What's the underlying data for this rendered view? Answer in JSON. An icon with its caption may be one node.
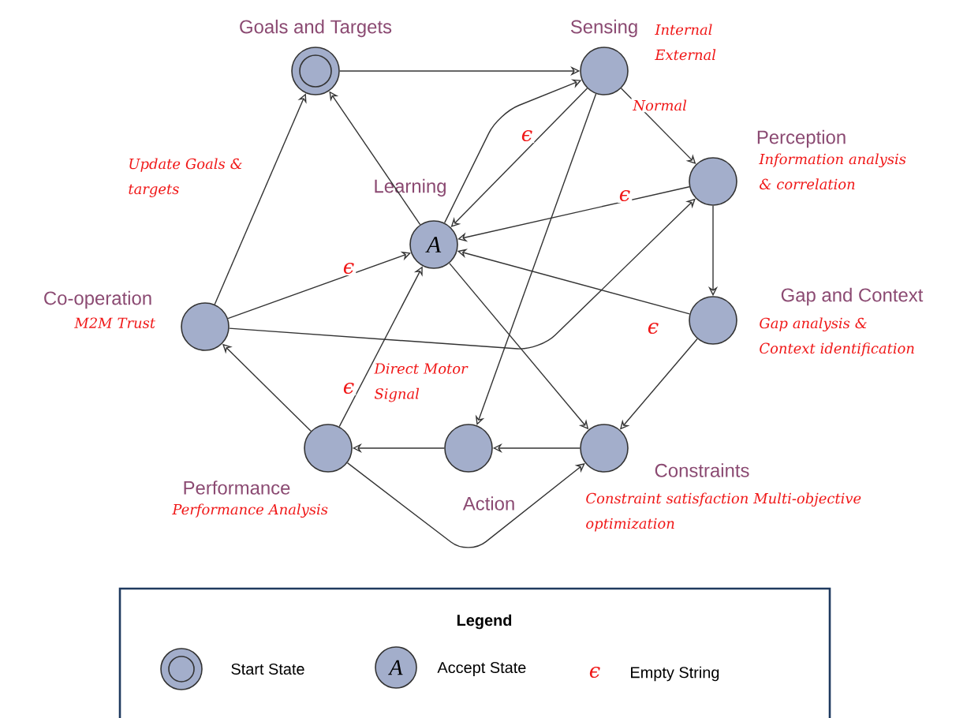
{
  "diagram": {
    "nodes": [
      {
        "text": [
          "Goals and Targets"
        ]
      },
      {
        "text": [
          "Sensing"
        ],
        "beside": [
          "Internal External"
        ]
      },
      {
        "text": [
          "Perception"
        ],
        "beside": [
          "Information analysis & correlation"
        ]
      },
      {
        "text": [
          "Learning",
          "A"
        ]
      },
      {
        "text": [
          "Co-operation"
        ],
        "beside": [
          "M2M Trust"
        ]
      },
      {
        "text": [
          "Gap and Context"
        ],
        "beside": [
          "Gap analysis & Context identification"
        ]
      },
      {
        "text": [
          "Performance"
        ],
        "beside": [
          "Performance Analysis"
        ]
      },
      {
        "text": [
          "Action"
        ]
      },
      {
        "text": [
          "Constraints"
        ],
        "beside": [
          "Constraint satisfaction Multi-objective optimization"
        ]
      }
    ],
    "edges": [
      {
        "from": 0,
        "to": 1,
        "arrow": "to"
      },
      {
        "from": 4,
        "to": 0,
        "arrow": "to",
        "label": "Update Goals & targets"
      },
      {
        "from": 3,
        "to": 0,
        "arrow": "to"
      },
      {
        "from": 4,
        "to": 3,
        "arrow": "to",
        "label": "ϵ"
      },
      {
        "from": 1,
        "to": 2,
        "arrow": "to",
        "label": "Normal"
      },
      {
        "from": 3,
        "to": 1,
        "arrow": "to"
      },
      {
        "from": 1,
        "to": 3,
        "arrow": "to",
        "label": "ϵ"
      },
      {
        "from": 2,
        "to": 3,
        "arrow": "to",
        "label": "ϵ"
      },
      {
        "from": 1,
        "to": 7,
        "arrow": "to",
        "label": "Direct Motor Signal"
      },
      {
        "from": 2,
        "to": 5,
        "arrow": "to"
      },
      {
        "from": 5,
        "to": 3,
        "arrow": "to",
        "label": "ϵ"
      },
      {
        "from": 4,
        "to": 2,
        "arrow": "to"
      },
      {
        "from": 3,
        "to": 8,
        "arrow": "to"
      },
      {
        "from": 5,
        "to": 8,
        "arrow": "to"
      },
      {
        "from": 8,
        "to": 7,
        "arrow": "to"
      },
      {
        "from": 7,
        "to": 6,
        "arrow": "to"
      },
      {
        "from": 6,
        "to": 4,
        "arrow": "to"
      },
      {
        "from": 6,
        "to": 3,
        "arrow": "to",
        "label": "ϵ"
      },
      {
        "from": 6,
        "to": 8,
        "arrow": "to"
      }
    ],
    "labels": [
      "Legend",
      "A",
      "ϵ"
    ],
    "legend": [
      {
        "text": "Start State"
      },
      {
        "text": "Accept State"
      },
      {
        "text": "Empty String"
      }
    ]
  }
}
